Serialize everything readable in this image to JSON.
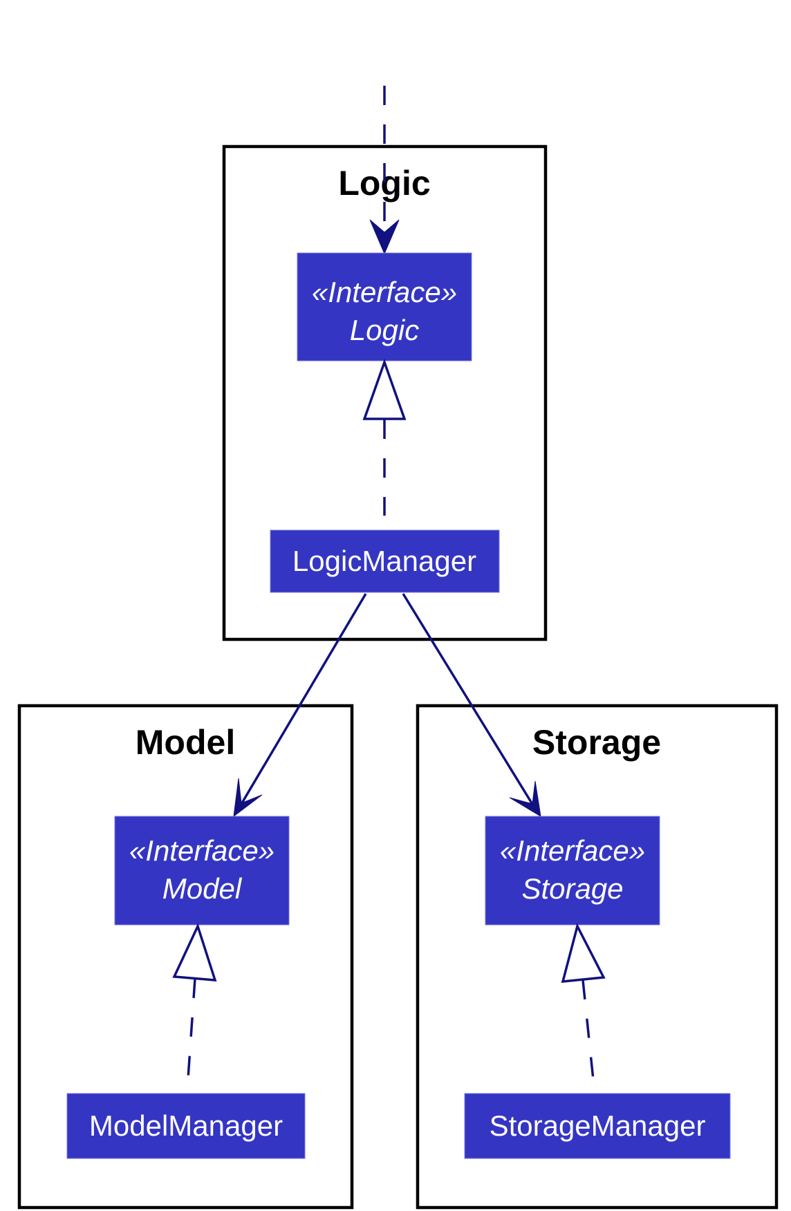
{
  "diagram": {
    "type": "uml-class-diagram",
    "colors": {
      "class_fill": "#3535C3",
      "edge": "#11117F",
      "package_border": "#000000",
      "class_text": "#FFFFFF"
    },
    "packages": [
      {
        "id": "logic",
        "title": "Logic"
      },
      {
        "id": "model",
        "title": "Model"
      },
      {
        "id": "storage",
        "title": "Storage"
      }
    ],
    "classes": {
      "logic_interface": {
        "stereotype": "«Interface»",
        "name": "Logic"
      },
      "logic_manager": {
        "name": "LogicManager"
      },
      "model_interface": {
        "stereotype": "«Interface»",
        "name": "Model"
      },
      "model_manager": {
        "name": "ModelManager"
      },
      "storage_interface": {
        "stereotype": "«Interface»",
        "name": "Storage"
      },
      "storage_manager": {
        "name": "StorageManager"
      }
    },
    "relations": [
      {
        "from": "external",
        "to": "Logic",
        "kind": "dependency"
      },
      {
        "from": "LogicManager",
        "to": "Logic",
        "kind": "realization"
      },
      {
        "from": "LogicManager",
        "to": "Model",
        "kind": "association"
      },
      {
        "from": "LogicManager",
        "to": "Storage",
        "kind": "association"
      },
      {
        "from": "ModelManager",
        "to": "Model",
        "kind": "realization"
      },
      {
        "from": "StorageManager",
        "to": "Storage",
        "kind": "realization"
      }
    ]
  }
}
